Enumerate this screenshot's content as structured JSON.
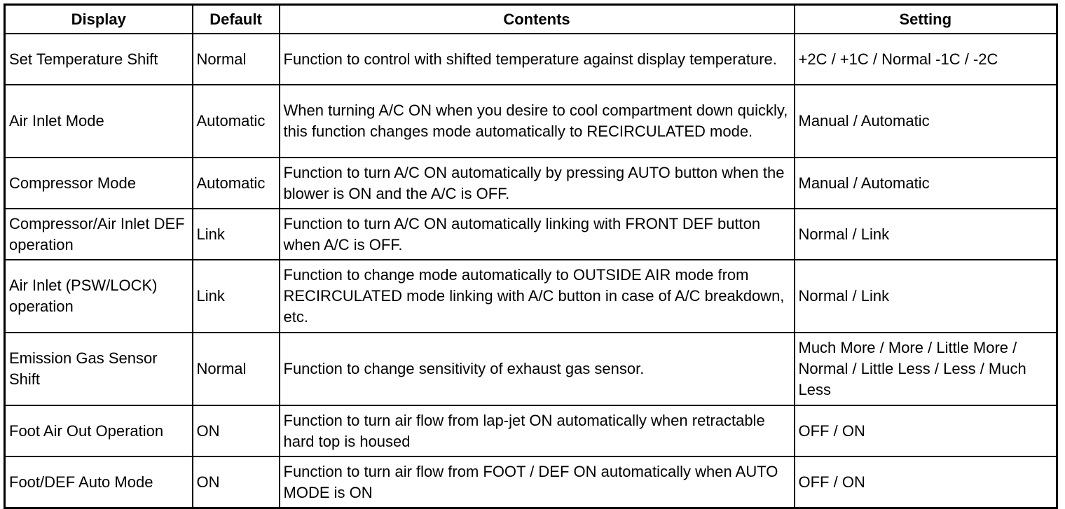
{
  "table": {
    "headers": [
      "Display",
      "Default",
      "Contents",
      "Setting"
    ],
    "rows": [
      {
        "display": "Set Temperature Shift",
        "default": "Normal",
        "contents": "Function to control with shifted temperature against display temperature.",
        "setting": "+2C / +1C / Normal -1C / -2C"
      },
      {
        "display": "Air Inlet Mode",
        "default": "Automatic",
        "contents": "When turning A/C ON when you desire to cool compartment down quickly, this function changes mode automatically to RECIRCULATED mode.",
        "setting": "Manual / Automatic"
      },
      {
        "display": "Compressor Mode",
        "default": "Automatic",
        "contents": "Function to turn A/C ON automatically by pressing AUTO button when the blower is ON and the A/C is OFF.",
        "setting": "Manual / Automatic"
      },
      {
        "display": "Compressor/Air Inlet DEF operation",
        "default": "Link",
        "contents": "Function to turn A/C ON automatically linking with FRONT DEF button when A/C is OFF.",
        "setting": "Normal / Link"
      },
      {
        "display": "Air Inlet (PSW/LOCK) operation",
        "default": "Link",
        "contents": "Function to change mode automatically to OUTSIDE AIR mode from RECIRCULATED mode linking with A/C button in case of A/C breakdown, etc.",
        "setting": "Normal / Link"
      },
      {
        "display": "Emission Gas Sensor Shift",
        "default": "Normal",
        "contents": "Function to change sensitivity of exhaust gas sensor.",
        "setting": "Much More / More / Little More / Normal / Little Less / Less / Much Less"
      },
      {
        "display": "Foot Air Out Operation",
        "default": "ON",
        "contents": "Function to turn air flow from lap-jet ON automatically when retractable hard top is housed",
        "setting": "OFF / ON"
      },
      {
        "display": "Foot/DEF Auto Mode",
        "default": "ON",
        "contents": "Function to turn air flow from FOOT / DEF ON automatically when AUTO MODE is ON",
        "setting": "OFF / ON"
      }
    ]
  }
}
